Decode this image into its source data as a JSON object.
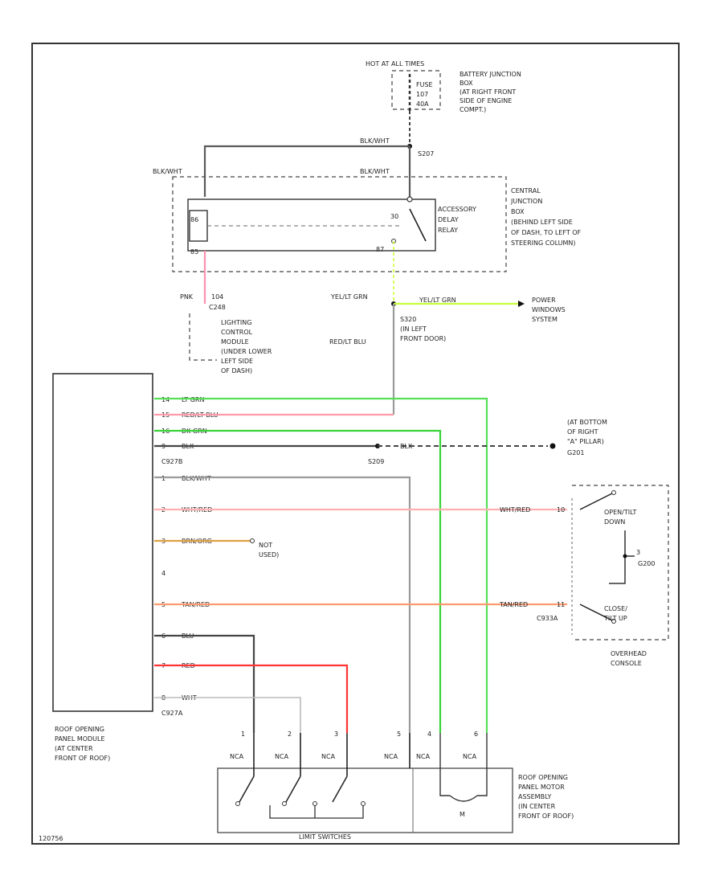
{
  "colors": {
    "blk_wht": "#5a5a5a",
    "pnk": "#ff8fb0",
    "yel_grn": "#c8ff3c",
    "red_lt_blu": "#9a9a9a",
    "lt_grn": "#55e055",
    "dk_grn": "#38d438",
    "blk": "#444444",
    "wht_red": "#ffb0b0",
    "brn_org": "#e0a040",
    "tan_red": "#ff9a6e",
    "red": "#ff3333",
    "wht": "#bbbbbb"
  },
  "battery": {
    "hot": "HOT AT ALL TIMES",
    "fuse_label": "FUSE",
    "fuse_num": "107",
    "fuse_amp": "40A",
    "location": [
      "BATTERY JUNCTION",
      "BOX",
      "(AT RIGHT FRONT",
      "SIDE OF ENGINE",
      "COMPT.)"
    ]
  },
  "splices": {
    "s207": "S207",
    "s320": "S320",
    "s209": "S209"
  },
  "cjb": {
    "wire_left": "BLK/WHT",
    "wire_top": "BLK/WHT",
    "wire_left_top": "BLK/WHT",
    "pin_30": "30",
    "pin_87": "87",
    "pin_86": "86",
    "pin_85": "85",
    "relay": [
      "ACCESSORY",
      "DELAY",
      "RELAY"
    ],
    "location": [
      "CENTRAL",
      "JUNCTION",
      "BOX",
      "(BEHIND LEFT SIDE",
      "OF DASH, TO LEFT OF",
      "STEERING COLUMN)"
    ]
  },
  "lcm": {
    "wire": "PNK",
    "pin": "104",
    "connector": "C248",
    "location": [
      "LIGHTING",
      "CONTROL",
      "MODULE",
      "(UNDER LOWER",
      "LEFT SIDE",
      "OF DASH)"
    ]
  },
  "power_windows": {
    "wire_label": "YEL/LT GRN",
    "wire_label2": "YEL/LT GRN",
    "dest": [
      "POWER",
      "WINDOWS",
      "SYSTEM"
    ]
  },
  "door": {
    "wire": "RED/LT BLU",
    "splice": "S320",
    "location": [
      "(IN LEFT",
      "FRONT DOOR)"
    ]
  },
  "ground": {
    "location": [
      "(AT BOTTOM",
      "OF RIGHT",
      "\"A\" PILLAR)"
    ],
    "ref": "G201",
    "wire": "BLK"
  },
  "module": {
    "connector_top": "C927B",
    "connector_bottom": "C927A",
    "pins_top": [
      {
        "num": "14",
        "wire": "LT GRN"
      },
      {
        "num": "15",
        "wire": "RED/LT BLU"
      },
      {
        "num": "16",
        "wire": "DK GRN"
      },
      {
        "num": "9",
        "wire": "BLK"
      }
    ],
    "pins_mid": [
      {
        "num": "1",
        "wire": "BLK/WHT"
      },
      {
        "num": "2",
        "wire": "WHT/RED"
      },
      {
        "num": "3",
        "wire": "BRN/ORG"
      },
      {
        "num": "4",
        "wire": ""
      },
      {
        "num": "5",
        "wire": "TAN/RED"
      },
      {
        "num": "6",
        "wire": "BLU"
      },
      {
        "num": "7",
        "wire": "RED"
      },
      {
        "num": "8",
        "wire": "WHT"
      }
    ],
    "not_used": [
      "NOT",
      "USED)"
    ],
    "name": [
      "ROOF OPENING",
      "PANEL MODULE",
      "(AT CENTER",
      "FRONT OF ROOF)"
    ]
  },
  "overhead": {
    "wire_top": "WHT/RED",
    "pin_top": "10",
    "wire_bottom": "TAN/RED",
    "pin_bottom": "11",
    "connector": "C933A",
    "open": [
      "OPEN/TILT",
      "DOWN"
    ],
    "close": [
      "CLOSE/",
      "TILT UP"
    ],
    "pin_mid": "3",
    "ground": "G200",
    "name": [
      "OVERHEAD",
      "CONSOLE"
    ]
  },
  "motor": {
    "pins": [
      "1",
      "2",
      "3",
      "5",
      "4",
      "6"
    ],
    "pin_label": "NCA",
    "m": "M",
    "title": "LIMIT SWITCHES",
    "name": [
      "ROOF OPENING",
      "PANEL MOTOR",
      "ASSEMBLY",
      "(IN CENTER",
      "FRONT OF ROOF)"
    ]
  },
  "corner_ref": "120756"
}
